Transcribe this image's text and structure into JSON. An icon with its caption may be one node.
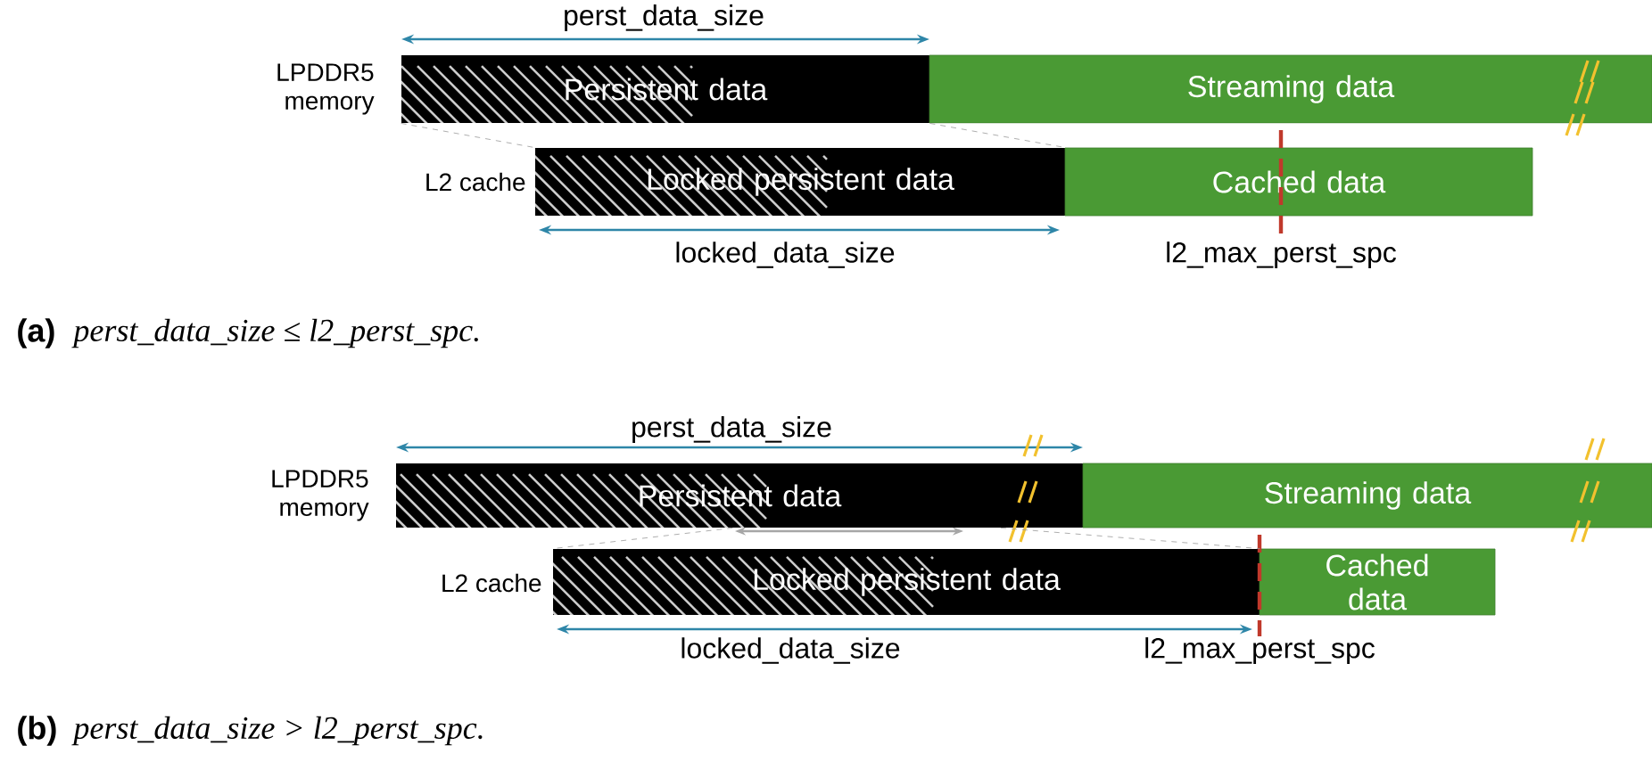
{
  "diagram": {
    "nodes": [
      {
        "text": [
          "Persistent data"
        ]
      },
      {
        "text": [
          "Streaming data"
        ]
      },
      {
        "text": [
          "Locked persistent data"
        ]
      },
      {
        "text": [
          "Cached data"
        ]
      },
      {
        "text": [
          "Persistent data"
        ]
      },
      {
        "text": [
          "Streaming data"
        ]
      },
      {
        "text": [
          "Locked persistent data"
        ]
      },
      {
        "text": [
          "Cached data"
        ]
      }
    ],
    "edges": [
      {
        "from": 0,
        "to": 2,
        "arrow": "none",
        "style": "dashed"
      },
      {
        "from": 0,
        "to": 2,
        "arrow": "none",
        "style": "dashed"
      },
      {
        "from": 4,
        "to": 6,
        "arrow": "none",
        "style": "dashed"
      },
      {
        "from": 4,
        "to": 6,
        "arrow": "none",
        "style": "dashed"
      }
    ],
    "labels": [
      "perst_data_size",
      "LPDDR5 memory",
      "L2 cache",
      "locked_data_size",
      "l2_max_perst_spc",
      "(a)",
      "perst_data_size ≤ l2_perst_spc.",
      "perst_data_size",
      "LPDDR5 memory",
      "L2 cache",
      "locked_data_size",
      "l2_max_perst_spc",
      "(b)",
      "perst_data_size > l2_perst_spc."
    ]
  }
}
